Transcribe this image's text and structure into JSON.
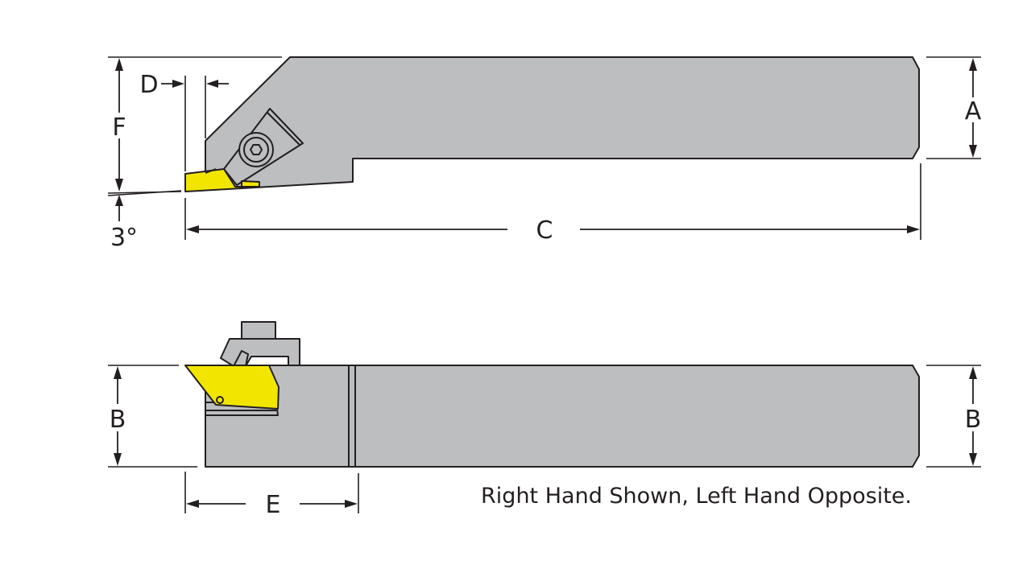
{
  "labels": {
    "dim_a": "A",
    "dim_b_left": "B",
    "dim_b_right": "B",
    "dim_c": "C",
    "dim_d": "D",
    "dim_e": "E",
    "dim_f": "F",
    "angle": "3°"
  },
  "note": "Right Hand Shown, Left Hand Opposite.",
  "colors": {
    "tool_body": "#bcbec0",
    "insert": "#f2e600",
    "line": "#231f20"
  }
}
